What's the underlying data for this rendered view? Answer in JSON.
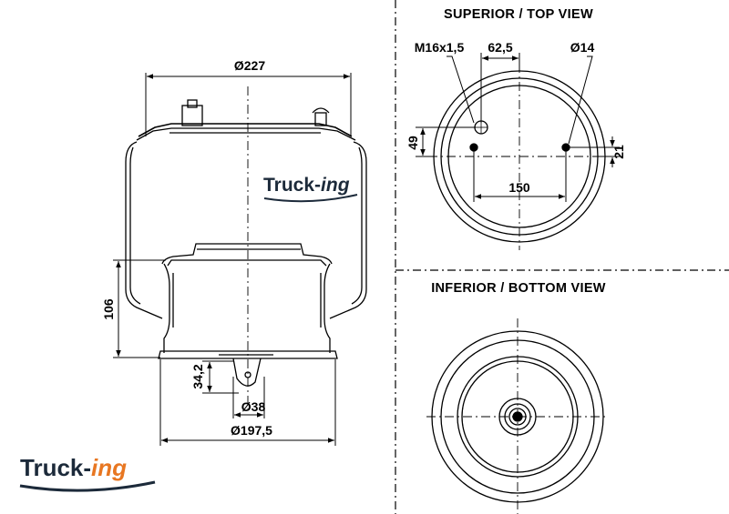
{
  "views": {
    "top_title": "SUPERIOR / TOP VIEW",
    "bottom_title": "INFERIOR / BOTTOM VIEW"
  },
  "dimensions": {
    "top_diameter": "Ø227",
    "height": "106",
    "stud_height": "34,2",
    "stud_diameter": "Ø38",
    "base_diameter": "Ø197,5",
    "thread": "M16x1,5",
    "offset": "62,5",
    "hole_diameter": "Ø14",
    "vertical_offset": "49",
    "hole_spacing": "150",
    "hole_edge": "21"
  },
  "logo": {
    "main": "Truck-",
    "suffix": "ing"
  },
  "colors": {
    "logo_dark": "#1c2a3a",
    "logo_orange": "#e87722",
    "line": "#000000"
  }
}
